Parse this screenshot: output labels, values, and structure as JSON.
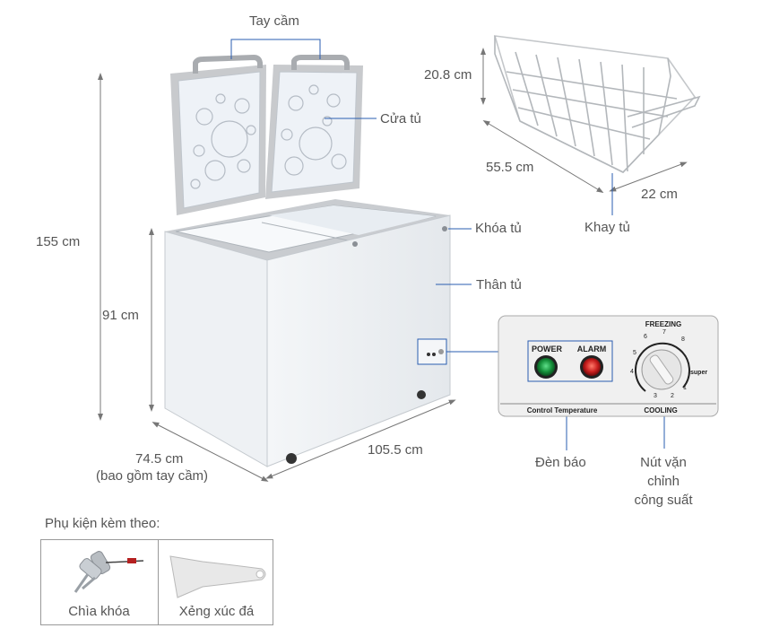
{
  "dimensions": {
    "total_height": "155 cm",
    "body_height": "91 cm",
    "depth": "74.5 cm",
    "depth_note": "(bao gồm tay cầm)",
    "width": "105.5 cm"
  },
  "callouts": {
    "handle": "Tay cầm",
    "door": "Cửa tủ",
    "lock": "Khóa tủ",
    "body": "Thân tủ",
    "indicator": "Đèn báo",
    "knob_line1": "Nút vặn",
    "knob_line2": "chỉnh",
    "knob_line3": "công suất"
  },
  "basket": {
    "height": "20.8 cm",
    "length": "55.5 cm",
    "width": "22 cm",
    "label": "Khay tủ"
  },
  "control_panel": {
    "power": "POWER",
    "alarm": "ALARM",
    "freezing": "FREEZING",
    "cooling": "COOLING",
    "control_temperature": "Control Temperature",
    "super": "super",
    "dial_numbers": [
      "1",
      "2",
      "3",
      "4",
      "5",
      "6",
      "7",
      "8"
    ]
  },
  "accessories": {
    "title": "Phụ kiện kèm theo:",
    "items": [
      "Chìa khóa",
      "Xẻng xúc đá"
    ]
  },
  "colors": {
    "power_led": "#1a8a3a",
    "alarm_led": "#c81e1e",
    "callout_line": "#2a5db0",
    "dimension_line": "#777777"
  }
}
